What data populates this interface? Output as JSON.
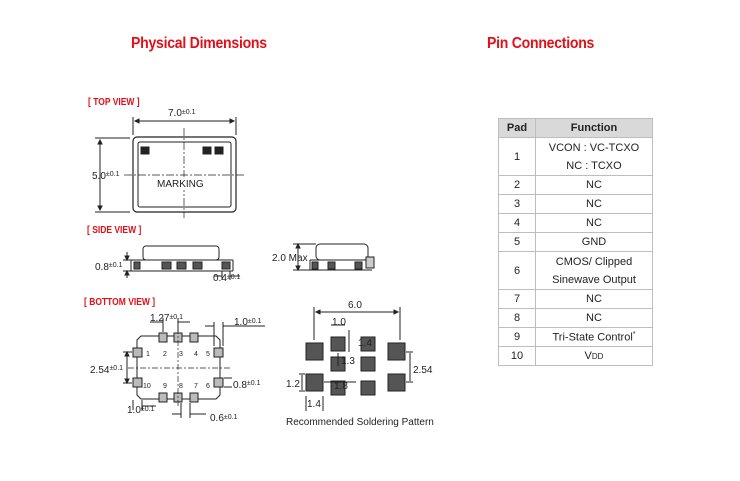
{
  "titles": {
    "physical": "Physical Dimensions",
    "pins": "Pin Connections"
  },
  "views": {
    "top": "[ TOP VIEW ]",
    "side": "[ SIDE VIEW ]",
    "bottom": "[ BOTTOM VIEW ]"
  },
  "top_view": {
    "width_value": "7.0",
    "width_tol": "±0.1",
    "height_value": "5.0",
    "height_tol": "±0.1",
    "marking": "MARKING"
  },
  "side_view": {
    "thickness_value": "0.8",
    "thickness_tol": "±0.1",
    "pad_value": "0.4",
    "pad_tol": "±0.1",
    "max_height": "2.0 Max"
  },
  "bottom_view": {
    "pitch_value": "1.27",
    "pitch_tol": "±0.1",
    "pad_w_value": "1.0",
    "pad_w_tol": "±0.1",
    "span_value": "2.54",
    "span_tol": "±0.1",
    "pad_h_value": "0.8",
    "pad_h_tol": "±0.1",
    "corner_value": "1.0",
    "corner_tol": "±0.1",
    "inner_value": "0.6",
    "inner_tol": "±0.1",
    "pin_numbers": [
      "1",
      "2",
      "3",
      "4",
      "5",
      "6",
      "7",
      "8",
      "9",
      "10"
    ]
  },
  "solder_pattern": {
    "overall": "6.0",
    "d1": "1.0",
    "d2": "1.4",
    "d3": "1.3",
    "d4": "1.2",
    "d5": "1.8",
    "d6": "2.54",
    "d7": "1.4",
    "caption": "Recommended Soldering Pattern"
  },
  "pin_table": {
    "headers": [
      "Pad",
      "Function"
    ],
    "rows": [
      {
        "pad": "1",
        "lines": [
          "VCON : VC-TCXO",
          "NC : TCXO"
        ]
      },
      {
        "pad": "2",
        "lines": [
          "NC"
        ]
      },
      {
        "pad": "3",
        "lines": [
          "NC"
        ]
      },
      {
        "pad": "4",
        "lines": [
          "NC"
        ]
      },
      {
        "pad": "5",
        "lines": [
          "GND"
        ]
      },
      {
        "pad": "6",
        "lines": [
          "CMOS/ Clipped",
          "Sinewave Output"
        ]
      },
      {
        "pad": "7",
        "lines": [
          "NC"
        ]
      },
      {
        "pad": "8",
        "lines": [
          "NC"
        ]
      },
      {
        "pad": "9",
        "lines": [
          "Tri-State Control"
        ],
        "mark": "*"
      },
      {
        "pad": "10",
        "lines": [
          "V"
        ],
        "subscript": "DD"
      }
    ]
  }
}
